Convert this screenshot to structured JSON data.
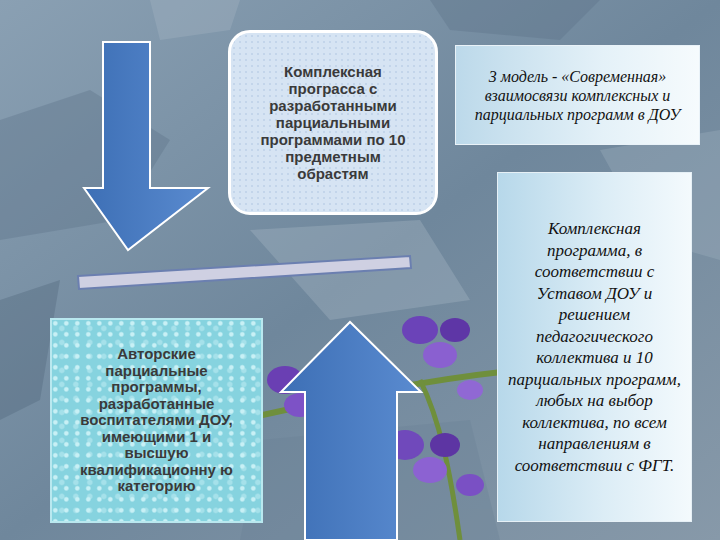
{
  "diagram": {
    "nodes": [
      {
        "text": [
          "Комплексная програсса с разработанными парциальными программами по 10 предметным обрастям"
        ]
      },
      {
        "text": [
          "3 модель - «Современная» взаимосвязи комплексных и парциальных программ в ДОУ"
        ]
      },
      {
        "text": [
          "Комплексная программа, в соответствии с Уставом ДОУ и решением педагогического коллектива и 10 парциальных программ, любых на выбор коллектива, по всем направлениям в соответствии с ФГТ."
        ]
      },
      {
        "text": [
          "Авторские парциальные программы, разработанные воспитателями ДОУ, имеющими 1 и высшую квалификационну ю категорию"
        ]
      }
    ]
  }
}
